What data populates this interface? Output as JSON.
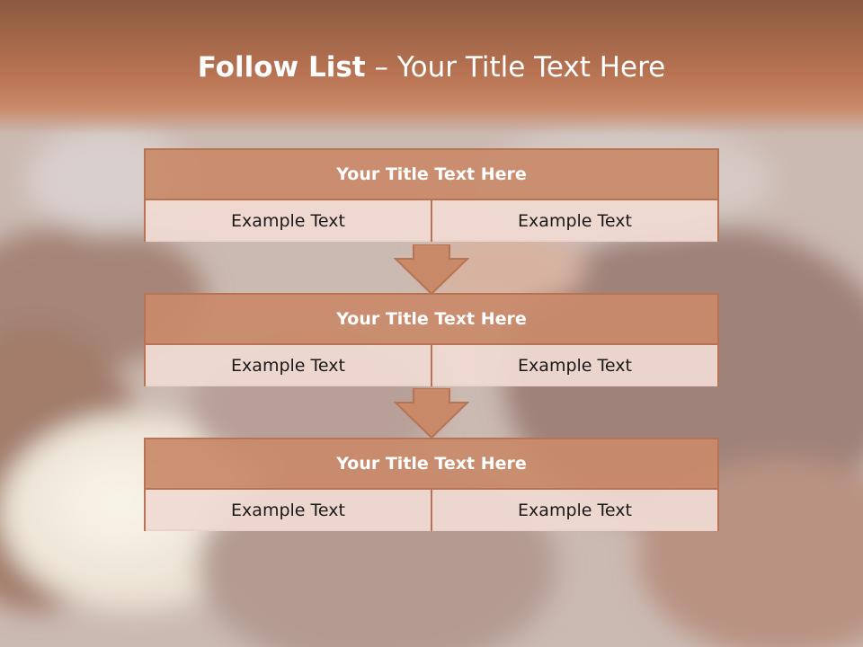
{
  "slide": {
    "title_bold": "Follow List",
    "title_rest": " – Your Title Text Here"
  },
  "boxes": [
    {
      "title": "Your Title Text Here",
      "left": "Example Text",
      "right": "Example Text"
    },
    {
      "title": "Your Title Text Here",
      "left": "Example Text",
      "right": "Example Text"
    },
    {
      "title": "Your Title Text Here",
      "left": "Example Text",
      "right": "Example Text"
    }
  ],
  "colors": {
    "accent": "#b87352",
    "header_fill": "#c98a6a",
    "cell_fill": "#f0dad2",
    "banner": "#a96b4c"
  }
}
